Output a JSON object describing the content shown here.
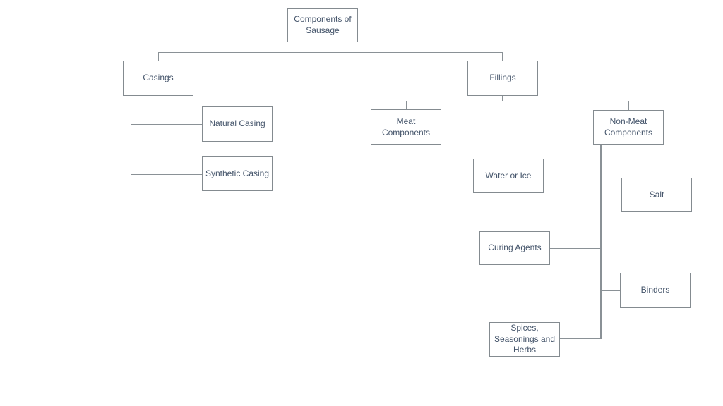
{
  "diagram": {
    "title": "Components of Sausage",
    "type": "hierarchy-tree",
    "colors": {
      "background": "#ffffff",
      "node_fill": "#ffffff",
      "node_border": "#848b90",
      "connector": "#8a9196",
      "text": "#44546A"
    },
    "nodes": {
      "root": {
        "label": "Components of\nSausage"
      },
      "casings": {
        "label": "Casings"
      },
      "fillings": {
        "label": "Fillings"
      },
      "natural_casing": {
        "label": "Natural Casing"
      },
      "synthetic_casing": {
        "label": "Synthetic Casing"
      },
      "meat_components": {
        "label": "Meat\nComponents"
      },
      "non_meat_components": {
        "label": "Non-Meat\nComponents"
      },
      "water_or_ice": {
        "label": "Water or Ice"
      },
      "salt": {
        "label": "Salt"
      },
      "curing_agents": {
        "label": "Curing Agents"
      },
      "binders": {
        "label": "Binders"
      },
      "spices_seasonings_herbs": {
        "label": "Spices,\nSeasonings and\nHerbs"
      }
    },
    "edges": [
      "Components of Sausage -> Casings",
      "Components of Sausage -> Fillings",
      "Casings -> Natural Casing",
      "Casings -> Synthetic Casing",
      "Fillings -> Meat Components",
      "Fillings -> Non-Meat Components",
      "Non-Meat Components -> Water or Ice",
      "Non-Meat Components -> Salt",
      "Non-Meat Components -> Curing Agents",
      "Non-Meat Components -> Binders",
      "Non-Meat Components -> Spices, Seasonings and Herbs"
    ]
  }
}
